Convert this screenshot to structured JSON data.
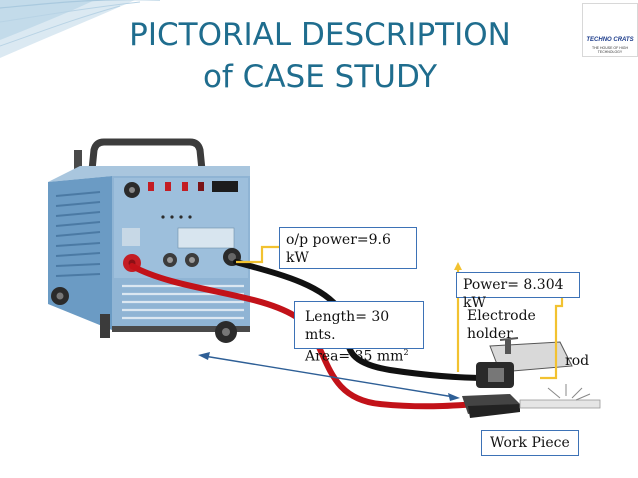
{
  "title": {
    "line1": "PICTORIAL DESCRIPTION",
    "line2": "of CASE STUDY"
  },
  "logo": {
    "name": "TECHNO CRATS",
    "tagline": "THE HOUSE OF HIGH TECHNOLOGY"
  },
  "labels": {
    "op_power_line1": "o/p power=9.6",
    "op_power_line2": "kW",
    "power": "Power= 8.304 kW",
    "length": "Length= 30 mts.",
    "area": "Area= 35 mm",
    "area_sup": "2",
    "electrode_line1": "Electrode",
    "electrode_line2": "holder",
    "rod": "rod",
    "work_piece": "Work Piece"
  },
  "colors": {
    "title": "#1f6d8e",
    "box_border": "#3d72b6",
    "cable_red": "#c21219",
    "cable_black": "#111111",
    "arrow_yellow": "#f2c230",
    "machine_blue": "#7fa9cc",
    "dimension_arrow": "#2e5f96"
  }
}
